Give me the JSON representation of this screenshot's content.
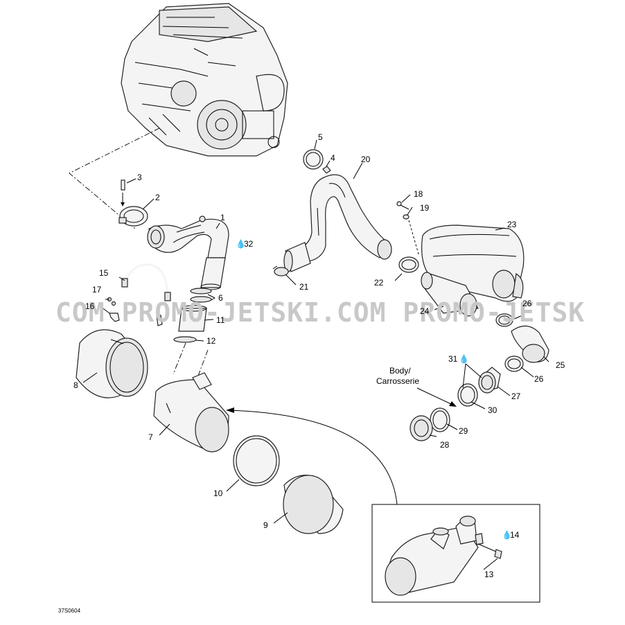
{
  "diagram": {
    "reference_code": "37S0604",
    "watermark": "COM  PROMO-JETSKI.COM  PROMO-JETSK",
    "drop_symbol": "💧",
    "labels": [
      {
        "id": "1",
        "text": "1"
      },
      {
        "id": "2",
        "text": "2"
      },
      {
        "id": "3",
        "text": "3"
      },
      {
        "id": "4",
        "text": "4"
      },
      {
        "id": "5",
        "text": "5"
      },
      {
        "id": "6",
        "text": "6"
      },
      {
        "id": "7",
        "text": "7"
      },
      {
        "id": "8",
        "text": "8"
      },
      {
        "id": "9",
        "text": "9"
      },
      {
        "id": "10",
        "text": "10"
      },
      {
        "id": "11",
        "text": "11"
      },
      {
        "id": "12",
        "text": "12"
      },
      {
        "id": "13",
        "text": "13"
      },
      {
        "id": "14",
        "text": "14"
      },
      {
        "id": "15",
        "text": "15"
      },
      {
        "id": "16",
        "text": "16"
      },
      {
        "id": "17",
        "text": "17"
      },
      {
        "id": "18",
        "text": "18"
      },
      {
        "id": "19",
        "text": "19"
      },
      {
        "id": "20",
        "text": "20"
      },
      {
        "id": "21",
        "text": "21"
      },
      {
        "id": "22",
        "text": "22"
      },
      {
        "id": "23",
        "text": "23"
      },
      {
        "id": "24",
        "text": "24"
      },
      {
        "id": "25",
        "text": "25"
      },
      {
        "id": "26a",
        "text": "26"
      },
      {
        "id": "26b",
        "text": "26"
      },
      {
        "id": "27",
        "text": "27"
      },
      {
        "id": "28",
        "text": "28"
      },
      {
        "id": "29",
        "text": "29"
      },
      {
        "id": "30",
        "text": "30"
      },
      {
        "id": "31",
        "text": "31"
      },
      {
        "id": "32",
        "text": "32"
      }
    ],
    "body_label_line1": "Body/",
    "body_label_line2": "Carrosserie"
  }
}
